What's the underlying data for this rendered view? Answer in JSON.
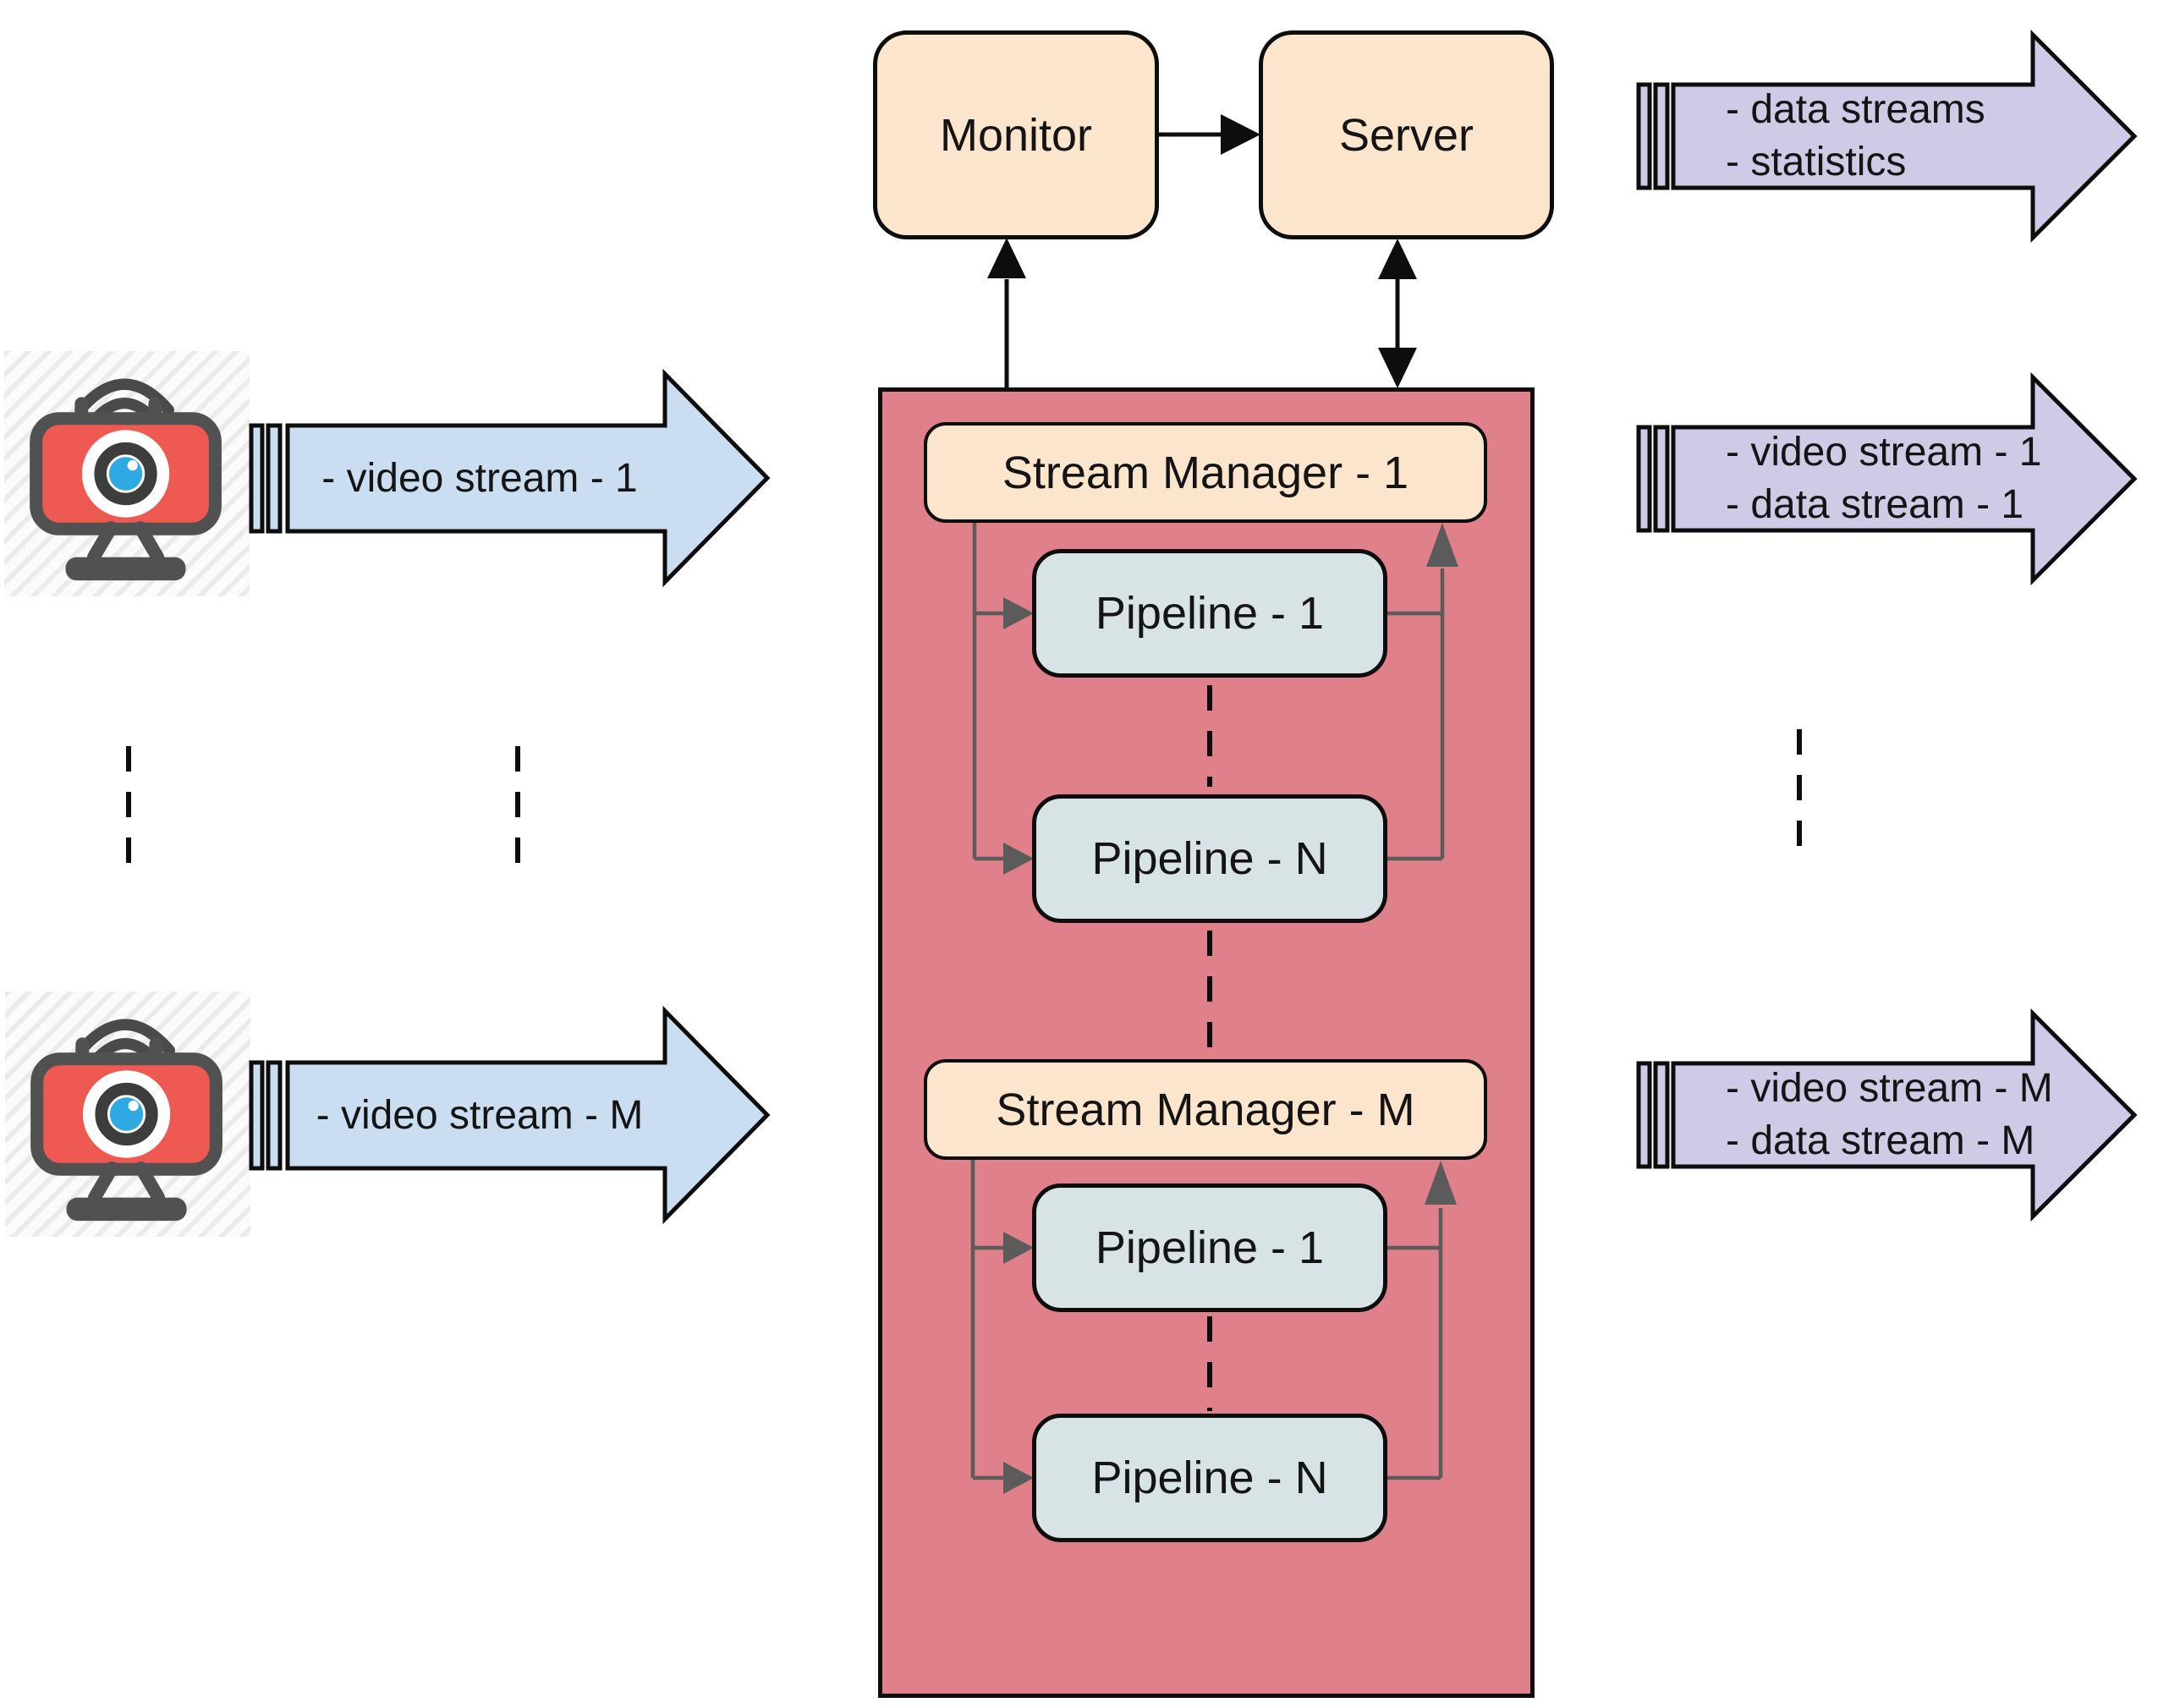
{
  "colors": {
    "node_peach_fill": "#fce5cd",
    "pipeline_fill": "#d7e3e4",
    "manager_container_fill": "#e0808a",
    "input_arrow_fill": "#cbdef1",
    "output_arrow_fill": "#cfcae6",
    "connector_gray": "#5b5b5b",
    "outline_black": "#0d0d0d",
    "webcam_red": "#ee5a52",
    "webcam_lens_blue": "#2fa9e1",
    "webcam_gray": "#515151"
  },
  "top_row": {
    "monitor_label": "Monitor",
    "server_label": "Server"
  },
  "container": {
    "stream_manager_1_label": "Stream Manager - 1",
    "stream_manager_m_label": "Stream Manager - M",
    "group1": {
      "pipeline_1_label": "Pipeline - 1",
      "pipeline_n_label": "Pipeline - N"
    },
    "group2": {
      "pipeline_1_label": "Pipeline - 1",
      "pipeline_n_label": "Pipeline - N"
    }
  },
  "input_arrows": [
    {
      "label": "- video stream - 1"
    },
    {
      "label": "- video stream - M"
    }
  ],
  "output_arrows": [
    {
      "line1": "- data streams",
      "line2": "- statistics"
    },
    {
      "line1": "- video stream - 1",
      "line2": "- data stream - 1"
    },
    {
      "line1": "- video stream - M",
      "line2": "- data stream - M"
    }
  ]
}
